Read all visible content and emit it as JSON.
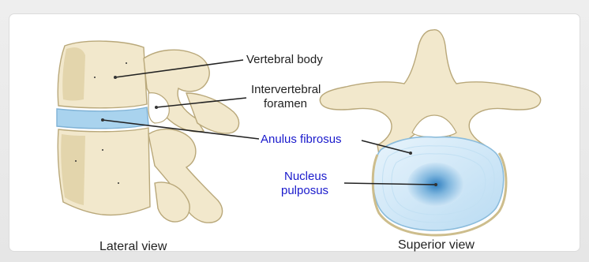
{
  "labels": {
    "vertebral_body": "Vertebral body",
    "intervertebral_line1": "Intervertebral",
    "intervertebral_line2": "foramen",
    "anulus_fibrosus": "Anulus fibrosus",
    "nucleus_line1": "Nucleus",
    "nucleus_line2": "pulposus"
  },
  "captions": {
    "lateral": "Lateral view",
    "superior": "Superior view"
  },
  "colors": {
    "bone": "#f2e8cc",
    "bone_outline": "#b9a87a",
    "disc": "#a9d3ee",
    "nucleus": "#3a86c4",
    "blue_label": "#1a1acc"
  }
}
